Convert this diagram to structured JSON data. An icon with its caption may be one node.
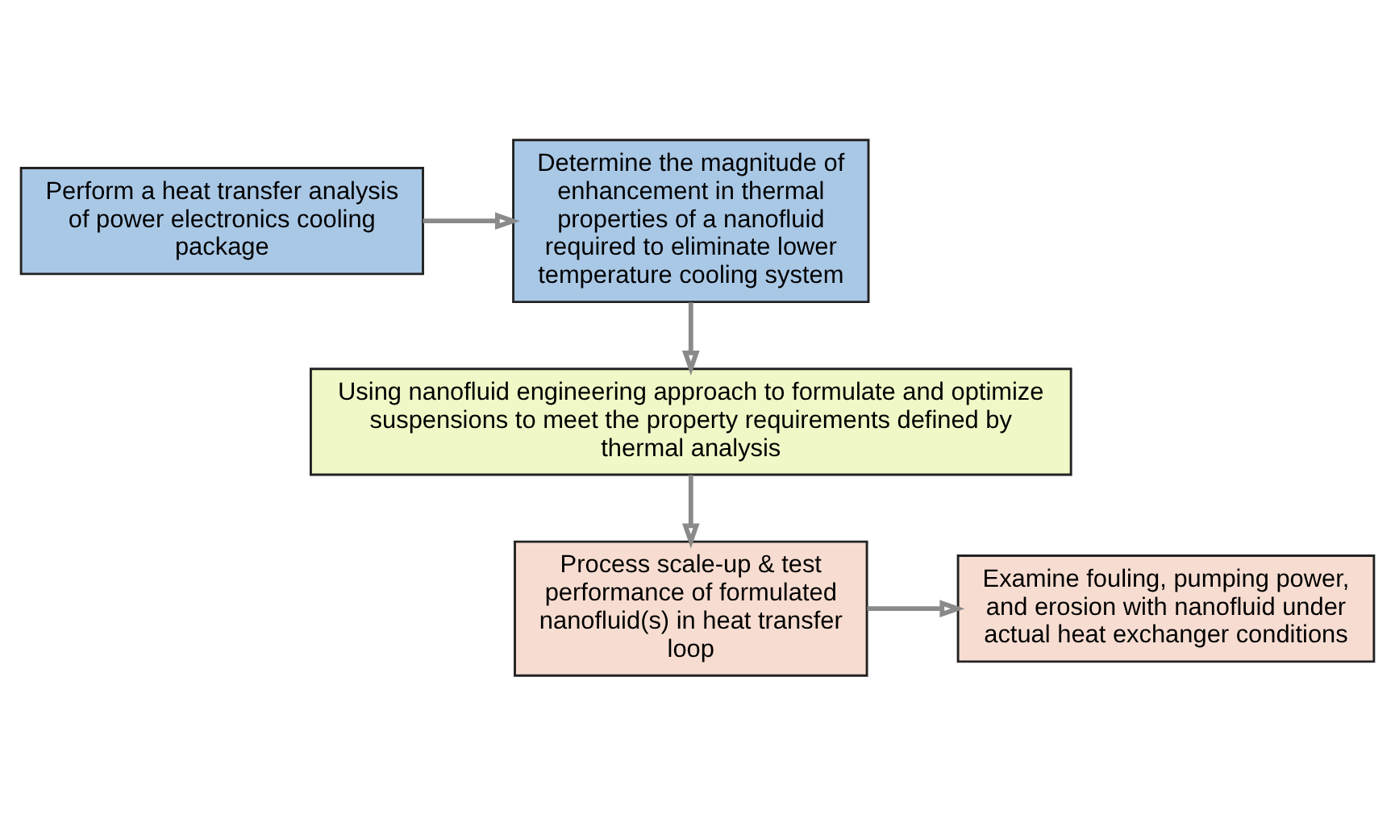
{
  "diagram": {
    "nodes": [
      {
        "text": [
          "Perform a heat transfer analysis of power electronics cooling package"
        ]
      },
      {
        "text": [
          "Determine the magnitude of enhancement in thermal properties of a nanofluid required to eliminate lower temperature cooling system"
        ]
      },
      {
        "text": [
          "Using nanofluid engineering approach to formulate and optimize suspensions to meet the property requirements defined by thermal analysis"
        ]
      },
      {
        "text": [
          "Process scale-up & test performance of formulated nanofluid(s) in heat transfer loop"
        ]
      },
      {
        "text": [
          "Examine fouling, pumping power, and erosion with nanofluid under actual heat exchanger conditions"
        ]
      }
    ],
    "edges": [
      {
        "from": 0,
        "to": 1,
        "arrow": "to"
      },
      {
        "from": 1,
        "to": 2,
        "arrow": "to"
      },
      {
        "from": 2,
        "to": 3,
        "arrow": "to"
      },
      {
        "from": 3,
        "to": 4,
        "arrow": "to"
      }
    ]
  }
}
